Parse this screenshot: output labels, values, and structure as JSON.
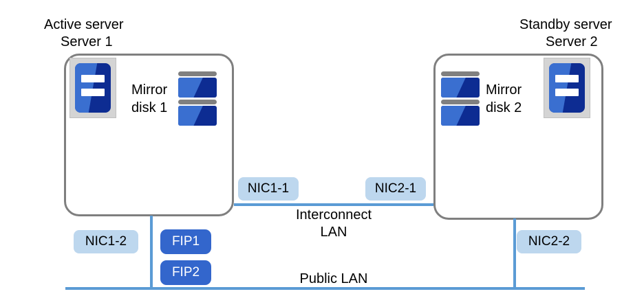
{
  "diagram": {
    "type": "network-cluster-diagram",
    "colors": {
      "network_line": "#5B9BD5",
      "server_border": "#7F7F7F",
      "nic_chip_bg": "#BDD7EE",
      "fip_chip_bg": "#3366CC",
      "fip_chip_text": "#FFFFFF",
      "icon_blue_light": "#3A6FD0",
      "icon_blue_dark": "#0D2C92",
      "icon_frame_bg": "#D4D4D4",
      "disk_cap_gray": "#808080",
      "text": "#000000",
      "background": "#FFFFFF"
    }
  },
  "servers": [
    {
      "id": "server-1",
      "role_label": "Active server",
      "name_label": "Server 1",
      "icon_name": "server-icon",
      "disk": {
        "label_line1": "Mirror",
        "label_line2": "disk 1",
        "icon_name": "mirror-disk-icon",
        "unit_count": 2
      },
      "nics": [
        {
          "id": "nic1-1",
          "label": "NIC1-1",
          "network": "interconnect-lan"
        },
        {
          "id": "nic1-2",
          "label": "NIC1-2",
          "network": "public-lan"
        }
      ]
    },
    {
      "id": "server-2",
      "role_label": "Standby server",
      "name_label": "Server 2",
      "icon_name": "server-icon",
      "disk": {
        "label_line1": "Mirror",
        "label_line2": "disk 2",
        "icon_name": "mirror-disk-icon",
        "unit_count": 2
      },
      "nics": [
        {
          "id": "nic2-1",
          "label": "NIC2-1",
          "network": "interconnect-lan"
        },
        {
          "id": "nic2-2",
          "label": "NIC2-2",
          "network": "public-lan"
        }
      ]
    }
  ],
  "floating_ips": [
    {
      "id": "fip1",
      "label": "FIP1"
    },
    {
      "id": "fip2",
      "label": "FIP2"
    }
  ],
  "networks": [
    {
      "id": "interconnect-lan",
      "caption_line1": "Interconnect",
      "caption_line2": "LAN"
    },
    {
      "id": "public-lan",
      "caption_line1": "Public  LAN",
      "caption_line2": ""
    }
  ]
}
